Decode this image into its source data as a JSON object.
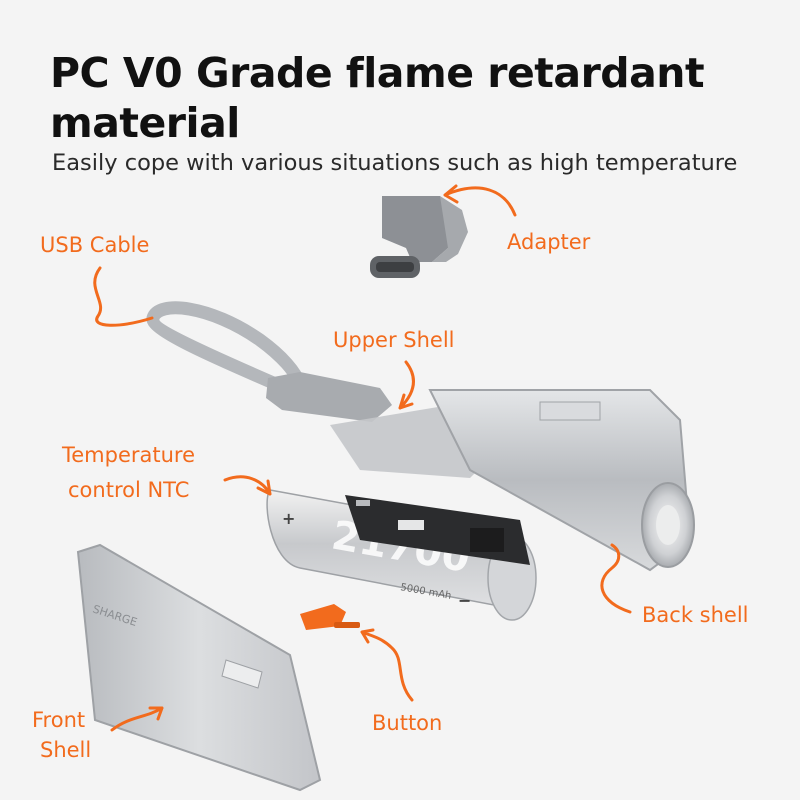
{
  "header": {
    "title": "PC V0 Grade flame retardant material",
    "subtitle": "Easily cope with various situations such as high temperature"
  },
  "labels": {
    "usb_cable": "USB Cable",
    "adapter": "Adapter",
    "upper_shell": "Upper Shell",
    "temperature_line1": "Temperature",
    "temperature_line2": "control NTC",
    "back_shell": "Back shell",
    "front_line1": "Front",
    "front_line2": "Shell",
    "button": "Button"
  },
  "product": {
    "cell_model": "21700",
    "cell_capacity": "5000 mAh",
    "brand_mark": "SHARGE",
    "plus_sign": "+",
    "minus_sign": "−"
  },
  "colors": {
    "accent": "#f26b1d",
    "shell": "#c9cbce",
    "background": "#f4f4f4"
  }
}
